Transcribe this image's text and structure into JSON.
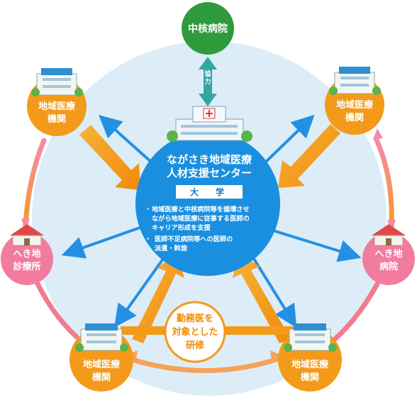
{
  "hub_hospital": {
    "label": "中核病院"
  },
  "cooperation": {
    "label": "協\n力"
  },
  "center": {
    "title": "ながさき地域医療\n人材支援センター",
    "university": "大　学",
    "bullets": [
      "地域医療と中核病院等を循環させ\nながら地域医療に従事する医師の\nキャリア形成を支援",
      "医師不足病院等への医師の\n派遣・斡旋"
    ],
    "bullet_mark": "・"
  },
  "nodes": {
    "top_left": "地域医療\n機関",
    "top_right": "地域医療\n機関",
    "left": "へき地\n診療所",
    "right": "へき地\n病院",
    "bottom_left": "地域医療\n機関",
    "bottom_right": "地域医療\n機関"
  },
  "training": {
    "label": "勤務医を\n対象とした\n研修"
  },
  "colors": {
    "background_circle": "#dcedf7",
    "hub_green": "#2e9a3c",
    "center_blue": "#1a8fe0",
    "node_orange": "#f39a1a",
    "node_pink": "#f27ba0",
    "arrow_blue": "#2490e2",
    "arrow_orange": "#f5a019",
    "arrow_pink_orange": "#f08a6a",
    "cooperation_teal": "#32a7a0"
  },
  "icons": [
    "hospital-building-icon",
    "clinic-building-icon"
  ]
}
